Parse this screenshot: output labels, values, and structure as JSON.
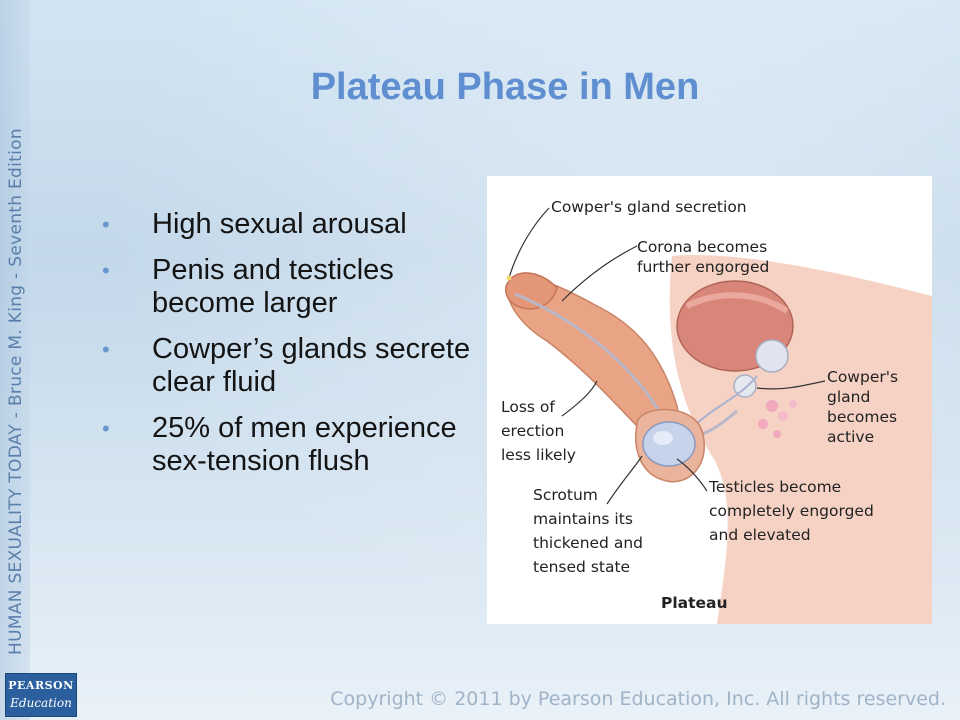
{
  "sidebar": {
    "text": "HUMAN SEXUALITY TODAY - Bruce M. King - Seventh Edition"
  },
  "slide": {
    "title": "Plateau Phase in Men",
    "bullets": [
      "High sexual arousal",
      "Penis and testicles become larger",
      "Cowper’s glands secrete clear fluid",
      "25% of men experience sex-tension flush"
    ]
  },
  "figure": {
    "caption": "Plateau",
    "labels": {
      "cowper_secretion": "Cowper's gland secretion",
      "corona_1": "Corona becomes",
      "corona_2": "further engorged",
      "cowper_active_1": "Cowper's",
      "cowper_active_2": "gland",
      "cowper_active_3": "becomes",
      "cowper_active_4": "active",
      "loss_1": "Loss of",
      "loss_2": "erection",
      "loss_3": "less likely",
      "scrotum_1": "Scrotum",
      "scrotum_2": "maintains its",
      "scrotum_3": "thickened and",
      "scrotum_4": "tensed state",
      "testicles_1": "Testicles become",
      "testicles_2": "completely engorged",
      "testicles_3": "and elevated"
    }
  },
  "footer": {
    "logo_line1": "PEARSON",
    "logo_line2": "Education",
    "copyright": "Copyright © 2011 by Pearson Education, Inc. All rights reserved."
  }
}
